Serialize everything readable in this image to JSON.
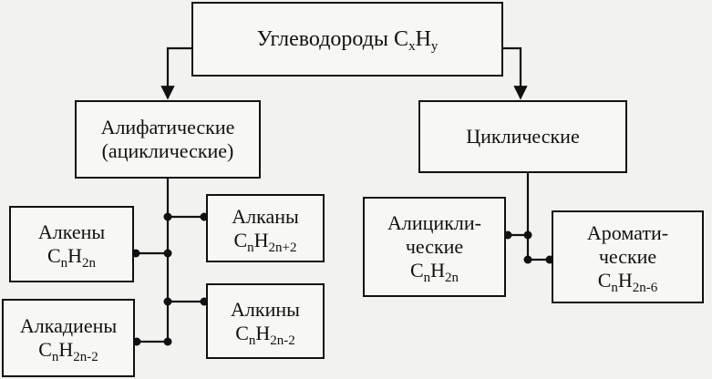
{
  "root": {
    "label": "Углеводороды",
    "formula": {
      "c": "C",
      "cs": "x",
      "h": "H",
      "hs": "y"
    }
  },
  "aliphatic": {
    "line1": "Алифатические",
    "line2": "(ациклические)"
  },
  "cyclic": {
    "label": "Циклические"
  },
  "alkenes": {
    "label": "Алкены",
    "formula": {
      "c": "C",
      "cs": "n",
      "h": "H",
      "hs": "2n"
    }
  },
  "alkanes": {
    "label": "Алканы",
    "formula": {
      "c": "C",
      "cs": "n",
      "h": "H",
      "hs": "2n+2"
    }
  },
  "alkadienes": {
    "label": "Алкадиены",
    "formula": {
      "c": "C",
      "cs": "n",
      "h": "H",
      "hs": "2n-2"
    }
  },
  "alkynes": {
    "label": "Алкины",
    "formula": {
      "c": "C",
      "cs": "n",
      "h": "H",
      "hs": "2n-2"
    }
  },
  "alicyclic": {
    "line1": "Алицикли-",
    "line2": "ческие",
    "formula": {
      "c": "C",
      "cs": "n",
      "h": "H",
      "hs": "2n"
    }
  },
  "aromatic": {
    "line1": "Аромати-",
    "line2": "ческие",
    "formula": {
      "c": "C",
      "cs": "n",
      "h": "H",
      "hs": "2n-6"
    }
  },
  "colors": {
    "line": "#111111",
    "background": "#f2f2f0"
  }
}
